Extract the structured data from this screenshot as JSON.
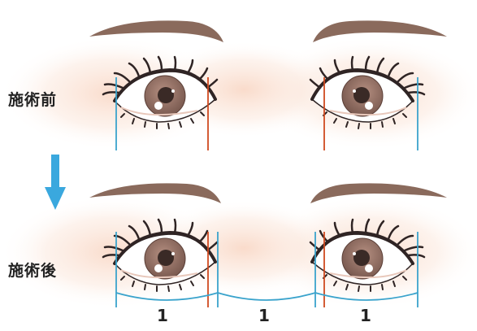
{
  "labels": {
    "before": "施術前",
    "after": "施術後"
  },
  "measurements": [
    "1",
    "1",
    "1"
  ],
  "colors": {
    "brow": "#8a6a5c",
    "iris": "#8a6a5e",
    "pupil": "#3a2a26",
    "lash": "#2f2424",
    "guide_blue": "#3aa3cc",
    "guide_red": "#d04a20",
    "arrow": "#3aa8de",
    "skin_glow": "#fbe3d6"
  },
  "icons": {
    "arrow": "down-arrow-icon"
  }
}
